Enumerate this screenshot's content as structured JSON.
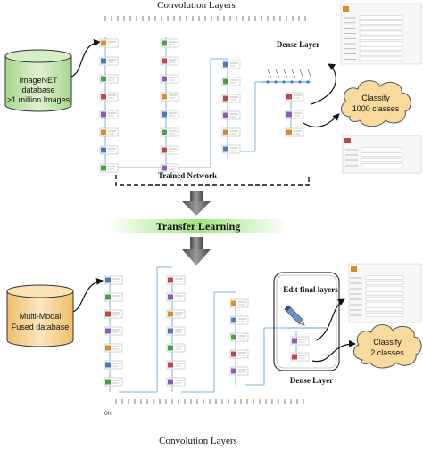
{
  "top": {
    "conv_title": "Convolution Layers",
    "dense_title": "Dense Layer",
    "database": [
      "ImageNET",
      "database",
      ">1 million Images"
    ],
    "classify": [
      "Classify",
      "1000 classes"
    ],
    "trained_label": "Trained Network"
  },
  "middle": {
    "transfer_title": "Transfer Learning"
  },
  "bottom": {
    "database": [
      "Multi-Modal",
      "Fused database"
    ],
    "edit_title": "Edit final layers",
    "classify": [
      "Classify",
      "2 classes"
    ],
    "dense_title": "Dense Layer",
    "conv_title": "Convolution Layers",
    "corner_mark": "0h"
  },
  "colors": {
    "db_top": "#c8e6b6",
    "db_bottom": "#f6d79e",
    "cloud": "#f8da9c",
    "banner": "#b8ec98",
    "arrow": "#6b6b6b",
    "node_icons": [
      "#d98c2b",
      "#4a7ab8",
      "#4aa04a",
      "#b84a4a",
      "#8c5ab8"
    ]
  },
  "icons": [
    "gray-down-arrow-icon",
    "pen-icon"
  ]
}
